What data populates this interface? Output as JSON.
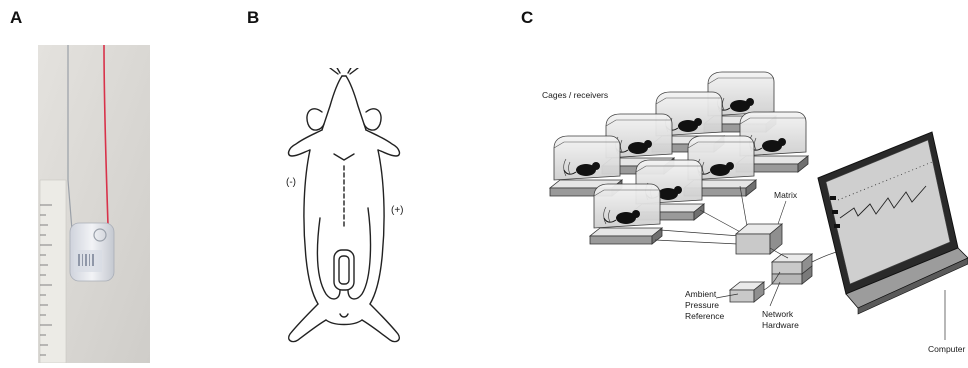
{
  "panels": [
    {
      "letter": "A"
    },
    {
      "letter": "B"
    },
    {
      "letter": "C"
    }
  ],
  "panel_b": {
    "electrode_negative": "(-)",
    "electrode_positive": "(+)"
  },
  "panel_c": {
    "cages_label": "Cages / receivers",
    "matrix_label": "Matrix",
    "ambient_label_1": "Ambient",
    "ambient_label_2": "Pressure",
    "ambient_label_3": "Reference",
    "network_label_1": "Network",
    "network_label_2": "Hardware",
    "computer_label": "Computer"
  },
  "colors": {
    "lead_wire": "#d8324a",
    "photo_bg": "#dcdad6",
    "ink": "#222222"
  }
}
